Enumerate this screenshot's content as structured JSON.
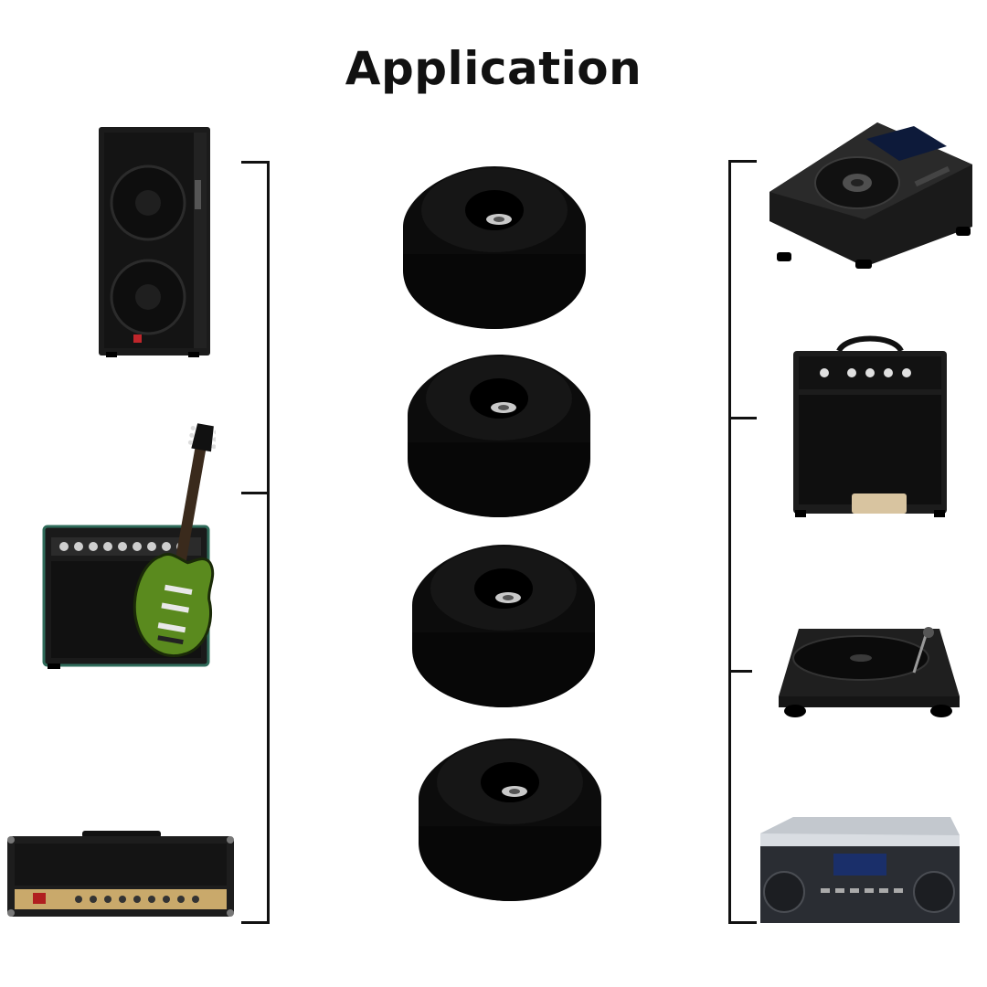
{
  "title": "Application",
  "colors": {
    "background": "#ffffff",
    "bracket": "#111111",
    "foot": "#0d0d0d",
    "guitar_body": "#5a8a1e"
  },
  "left_items": [
    {
      "icon": "pa-speaker-icon"
    },
    {
      "icon": "guitar-and-combo-amp-icon"
    },
    {
      "icon": "amplifier-head-icon"
    }
  ],
  "right_items": [
    {
      "icon": "cdj-player-icon"
    },
    {
      "icon": "practice-amp-icon"
    },
    {
      "icon": "turntable-icon"
    },
    {
      "icon": "boombox-cd-player-icon"
    }
  ],
  "product": {
    "name": "rubber-foot",
    "count": 4
  }
}
